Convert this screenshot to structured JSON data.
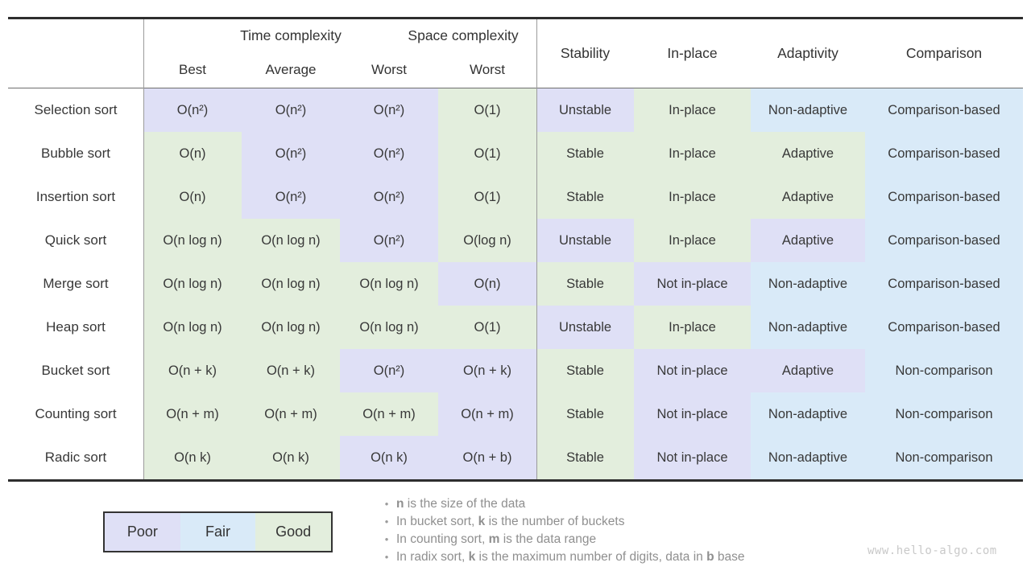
{
  "colors": {
    "poor": "#dfe0f6",
    "fair": "#d9eaf8",
    "good": "#e3eedd",
    "rule": "#2e2e2e",
    "text": "#3a3a3a",
    "note_text": "#8f8f8f",
    "watermark_text": "#c9c9c9"
  },
  "watermark": "www.hello-algo.com",
  "notes": [
    {
      "segments": [
        {
          "t": "n",
          "b": true
        },
        {
          "t": " is the size of the data",
          "b": false
        }
      ]
    },
    {
      "segments": [
        {
          "t": "In bucket sort, ",
          "b": false
        },
        {
          "t": "k",
          "b": true
        },
        {
          "t": " is the number of buckets",
          "b": false
        }
      ]
    },
    {
      "segments": [
        {
          "t": "In counting sort, ",
          "b": false
        },
        {
          "t": "m",
          "b": true
        },
        {
          "t": " is the data range",
          "b": false
        }
      ]
    },
    {
      "segments": [
        {
          "t": "In radix sort, ",
          "b": false
        },
        {
          "t": "k",
          "b": true
        },
        {
          "t": " is the maximum number of digits, data in ",
          "b": false
        },
        {
          "t": "b",
          "b": true
        },
        {
          "t": " base",
          "b": false
        }
      ]
    }
  ],
  "chart_data": {
    "type": "table",
    "header": {
      "time_group": "Time complexity",
      "space_group": "Space complexity",
      "sub": [
        "Best",
        "Average",
        "Worst",
        "Worst"
      ],
      "right": [
        "Stability",
        "In-place",
        "Adaptivity",
        "Comparison"
      ]
    },
    "legend_items": [
      {
        "label": "Poor",
        "grade": "poor"
      },
      {
        "label": "Fair",
        "grade": "fair"
      },
      {
        "label": "Good",
        "grade": "good"
      }
    ],
    "rows": [
      {
        "label": "Selection sort",
        "cells": [
          {
            "t": "O(n²)",
            "g": "poor"
          },
          {
            "t": "O(n²)",
            "g": "poor"
          },
          {
            "t": "O(n²)",
            "g": "poor"
          },
          {
            "t": "O(1)",
            "g": "good"
          },
          {
            "t": "Unstable",
            "g": "poor"
          },
          {
            "t": "In-place",
            "g": "good"
          },
          {
            "t": "Non-adaptive",
            "g": "fair"
          },
          {
            "t": "Comparison-based",
            "g": "fair"
          }
        ]
      },
      {
        "label": "Bubble sort",
        "cells": [
          {
            "t": "O(n)",
            "g": "good"
          },
          {
            "t": "O(n²)",
            "g": "poor"
          },
          {
            "t": "O(n²)",
            "g": "poor"
          },
          {
            "t": "O(1)",
            "g": "good"
          },
          {
            "t": "Stable",
            "g": "good"
          },
          {
            "t": "In-place",
            "g": "good"
          },
          {
            "t": "Adaptive",
            "g": "good"
          },
          {
            "t": "Comparison-based",
            "g": "fair"
          }
        ]
      },
      {
        "label": "Insertion sort",
        "cells": [
          {
            "t": "O(n)",
            "g": "good"
          },
          {
            "t": "O(n²)",
            "g": "poor"
          },
          {
            "t": "O(n²)",
            "g": "poor"
          },
          {
            "t": "O(1)",
            "g": "good"
          },
          {
            "t": "Stable",
            "g": "good"
          },
          {
            "t": "In-place",
            "g": "good"
          },
          {
            "t": "Adaptive",
            "g": "good"
          },
          {
            "t": "Comparison-based",
            "g": "fair"
          }
        ]
      },
      {
        "label": "Quick sort",
        "cells": [
          {
            "t": "O(n log n)",
            "g": "good"
          },
          {
            "t": "O(n log n)",
            "g": "good"
          },
          {
            "t": "O(n²)",
            "g": "poor"
          },
          {
            "t": "O(log n)",
            "g": "good"
          },
          {
            "t": "Unstable",
            "g": "poor"
          },
          {
            "t": "In-place",
            "g": "good"
          },
          {
            "t": "Adaptive",
            "g": "poor"
          },
          {
            "t": "Comparison-based",
            "g": "fair"
          }
        ]
      },
      {
        "label": "Merge sort",
        "cells": [
          {
            "t": "O(n log n)",
            "g": "good"
          },
          {
            "t": "O(n log n)",
            "g": "good"
          },
          {
            "t": "O(n log n)",
            "g": "good"
          },
          {
            "t": "O(n)",
            "g": "poor"
          },
          {
            "t": "Stable",
            "g": "good"
          },
          {
            "t": "Not in-place",
            "g": "poor"
          },
          {
            "t": "Non-adaptive",
            "g": "fair"
          },
          {
            "t": "Comparison-based",
            "g": "fair"
          }
        ]
      },
      {
        "label": "Heap sort",
        "cells": [
          {
            "t": "O(n log n)",
            "g": "good"
          },
          {
            "t": "O(n log n)",
            "g": "good"
          },
          {
            "t": "O(n log n)",
            "g": "good"
          },
          {
            "t": "O(1)",
            "g": "good"
          },
          {
            "t": "Unstable",
            "g": "poor"
          },
          {
            "t": "In-place",
            "g": "good"
          },
          {
            "t": "Non-adaptive",
            "g": "fair"
          },
          {
            "t": "Comparison-based",
            "g": "fair"
          }
        ]
      },
      {
        "label": "Bucket sort",
        "cells": [
          {
            "t": "O(n + k)",
            "g": "good"
          },
          {
            "t": "O(n + k)",
            "g": "good"
          },
          {
            "t": "O(n²)",
            "g": "poor"
          },
          {
            "t": "O(n + k)",
            "g": "poor"
          },
          {
            "t": "Stable",
            "g": "good"
          },
          {
            "t": "Not in-place",
            "g": "poor"
          },
          {
            "t": "Adaptive",
            "g": "poor"
          },
          {
            "t": "Non-comparison",
            "g": "fair"
          }
        ]
      },
      {
        "label": "Counting sort",
        "cells": [
          {
            "t": "O(n + m)",
            "g": "good"
          },
          {
            "t": "O(n + m)",
            "g": "good"
          },
          {
            "t": "O(n + m)",
            "g": "good"
          },
          {
            "t": "O(n + m)",
            "g": "poor"
          },
          {
            "t": "Stable",
            "g": "good"
          },
          {
            "t": "Not in-place",
            "g": "poor"
          },
          {
            "t": "Non-adaptive",
            "g": "fair"
          },
          {
            "t": "Non-comparison",
            "g": "fair"
          }
        ]
      },
      {
        "label": "Radic sort",
        "cells": [
          {
            "t": "O(n k)",
            "g": "good"
          },
          {
            "t": "O(n k)",
            "g": "good"
          },
          {
            "t": "O(n k)",
            "g": "poor"
          },
          {
            "t": "O(n + b)",
            "g": "poor"
          },
          {
            "t": "Stable",
            "g": "good"
          },
          {
            "t": "Not in-place",
            "g": "poor"
          },
          {
            "t": "Non-adaptive",
            "g": "fair"
          },
          {
            "t": "Non-comparison",
            "g": "fair"
          }
        ]
      }
    ],
    "notes_plain": [
      "n is the size of the data",
      "In bucket sort, k is the number of buckets",
      "In counting sort, m is the data range",
      "In radix sort, k is the maximum number of digits, data in b base"
    ]
  }
}
